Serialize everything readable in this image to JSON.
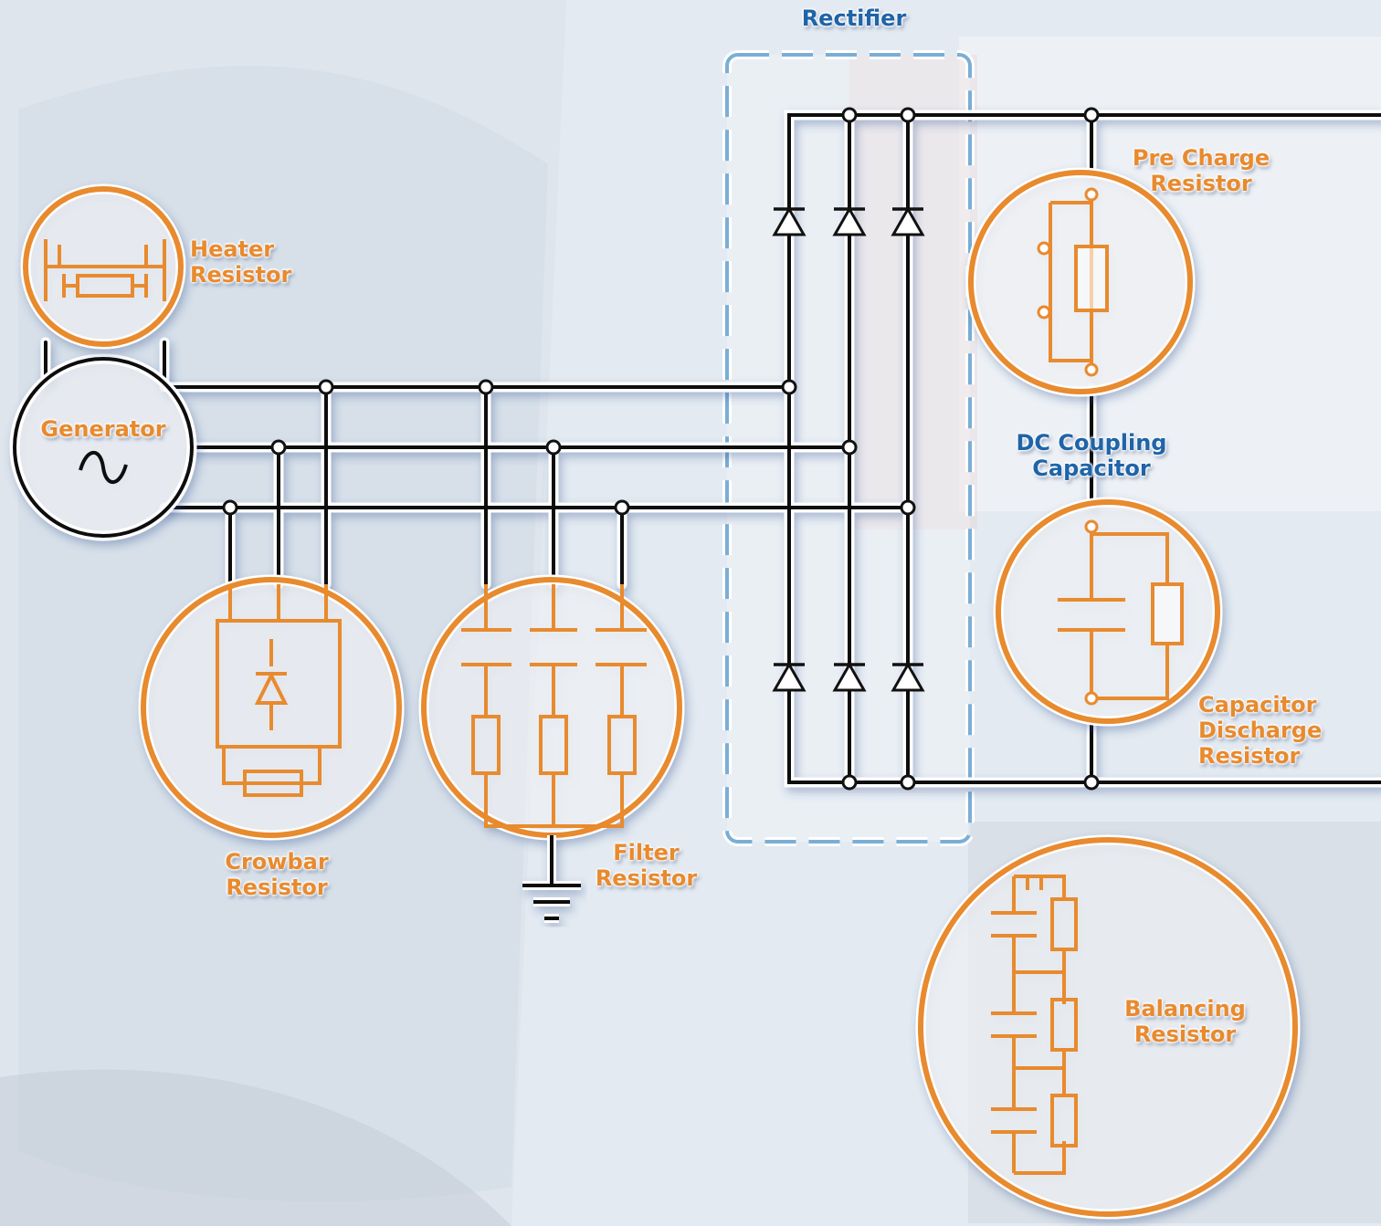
{
  "colors": {
    "wire": "#111111",
    "component": "#e88a2e",
    "rectifier_box": "#7aaed6",
    "label_blue": "#1e64a8",
    "label_orange": "#e88a2e"
  },
  "labels": {
    "rectifier": "Rectifier",
    "heater": [
      "Heater",
      "Resistor"
    ],
    "generator": "Generator",
    "generator_symbol": "∿",
    "pre_charge": [
      "Pre Charge",
      "Resistor"
    ],
    "dc_coupling": [
      "DC Coupling",
      "Capacitor"
    ],
    "capacitor_discharge": [
      "Capacitor",
      "Discharge",
      "Resistor"
    ],
    "crowbar": [
      "Crowbar",
      "Resistor"
    ],
    "filter": [
      "Filter",
      "Resistor"
    ],
    "balancing": [
      "Balancing",
      "Resistor"
    ]
  }
}
